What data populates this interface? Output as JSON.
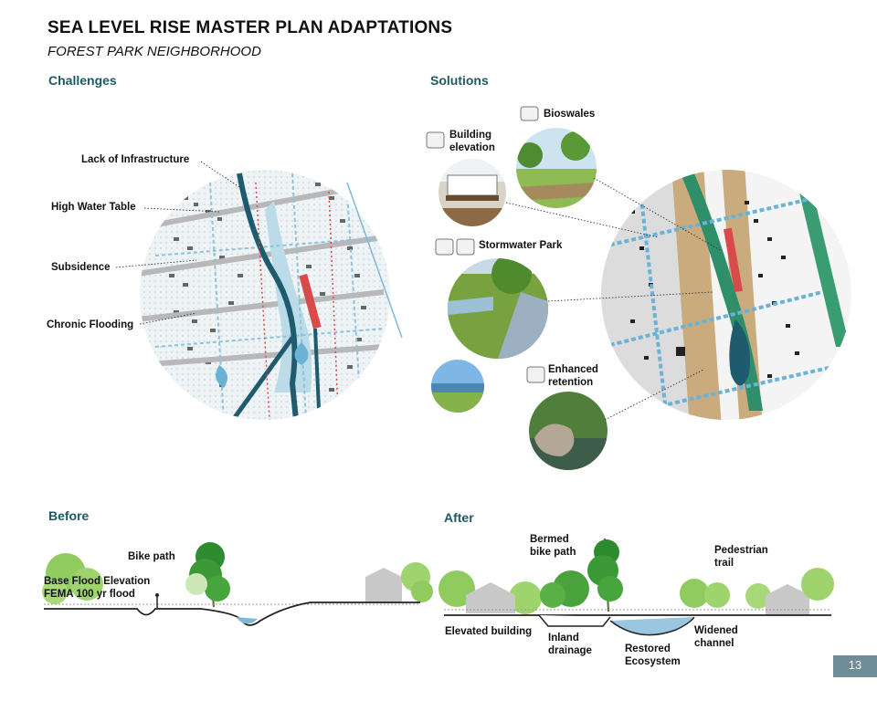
{
  "header": {
    "title": "SEA LEVEL RISE MASTER PLAN ADAPTATIONS",
    "subtitle": "FOREST PARK NEIGHBORHOOD"
  },
  "sections": {
    "challenges": "Challenges",
    "solutions": "Solutions",
    "before": "Before",
    "after": "After"
  },
  "challenges": {
    "lack_infrastructure": "Lack of Infrastructure",
    "high_water_table": "High Water Table",
    "subsidence": "Subsidence",
    "chronic_flooding": "Chronic Flooding"
  },
  "solutions": {
    "bioswales": "Bioswales",
    "building_elevation_1": "Building",
    "building_elevation_2": "elevation",
    "stormwater_park": "Stormwater Park",
    "enhanced_retention_1": "Enhanced",
    "enhanced_retention_2": "retention"
  },
  "before": {
    "bike_path": "Bike path",
    "base_flood_1": "Base Flood Elevation",
    "base_flood_2": "FEMA 100 yr flood"
  },
  "after": {
    "bermed_1": "Bermed",
    "bermed_2": "bike path",
    "pedestrian_1": "Pedestrian",
    "pedestrian_2": "trail",
    "elevated_building": "Elevated building",
    "inland_1": "Inland",
    "inland_2": "drainage",
    "restored_1": "Restored",
    "restored_2": "Ecosystem",
    "widened_1": "Widened",
    "widened_2": "channel"
  },
  "page_number": "13",
  "colors": {
    "section_heading": "#1f5a63",
    "water": "#7fb7d6",
    "dark_channel": "#1e5b6e",
    "green_channel": "#2e8f6a",
    "tree": "#7cbf4a",
    "building": "#c4c4c4",
    "page_number_bg": "#6f8c97"
  }
}
